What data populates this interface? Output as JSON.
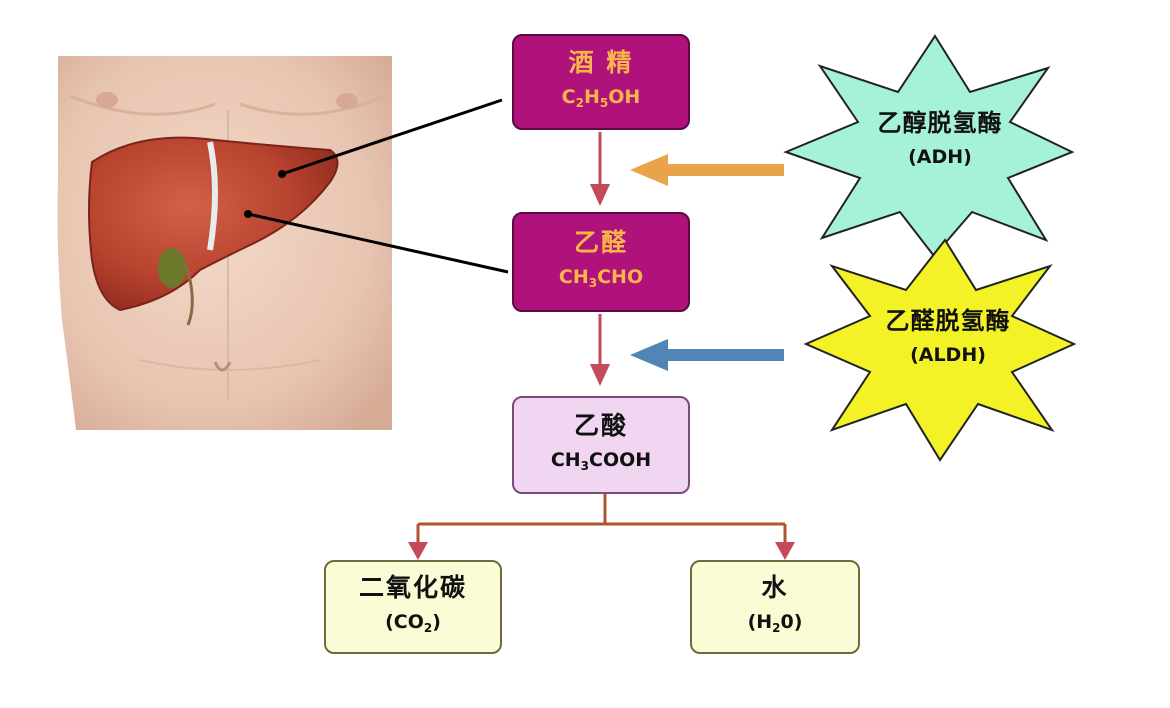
{
  "nodes": {
    "ethanol": {
      "name": "酒 精",
      "formula": [
        "C",
        "2",
        "H",
        "5",
        "OH"
      ]
    },
    "acetaldehyde": {
      "name": "乙醛",
      "formula": [
        "CH",
        "3",
        "CHO"
      ]
    },
    "acetic_acid": {
      "name": "乙酸",
      "formula": [
        "CH",
        "3",
        "COOH"
      ]
    },
    "co2": {
      "name": "二氧化碳",
      "formula": [
        "(CO",
        "2",
        ")"
      ]
    },
    "water": {
      "name": "水",
      "formula": [
        "(H",
        "2",
        "0)"
      ]
    }
  },
  "enzymes": {
    "adh": {
      "name": "乙醇脱氢酶",
      "abbr": "(ADH)"
    },
    "aldh": {
      "name": "乙醛脱氢酶",
      "abbr": "(ALDH)"
    }
  },
  "colors": {
    "dark_node": "#b0127c",
    "dark_text": "#f7b54a",
    "adh_star": "#a6f2d9",
    "aldh_star": "#f2f227",
    "adh_arrow": "#e9a44b",
    "aldh_arrow": "#4f86b5",
    "flow_arrow": "#c44a5a"
  }
}
